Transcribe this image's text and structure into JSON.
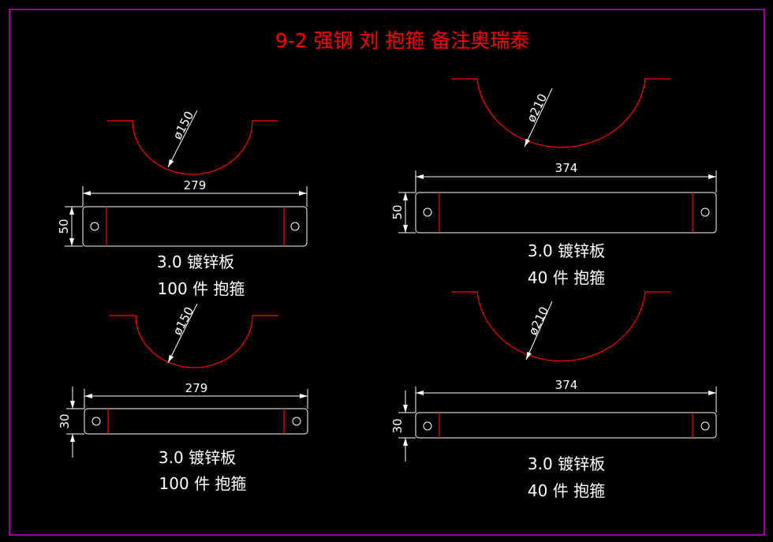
{
  "title": "9-2 强钢 刘 抱箍 备注奥瑞泰",
  "colors": {
    "background": "#000000",
    "border": "#ff00ff",
    "profile": "#ff0000",
    "lines": "#ffffff"
  },
  "parts": [
    {
      "diameter": "ø150",
      "length": "279",
      "width": "50",
      "material": "3.0 镀锌板",
      "quantity": "100 件 抱箍"
    },
    {
      "diameter": "ø210",
      "length": "374",
      "width": "50",
      "material": "3.0 镀锌板",
      "quantity": "40 件 抱箍"
    },
    {
      "diameter": "ø150",
      "length": "279",
      "width": "30",
      "material": "3.0 镀锌板",
      "quantity": "100 件 抱箍"
    },
    {
      "diameter": "ø210",
      "length": "374",
      "width": "30",
      "material": "3.0 镀锌板",
      "quantity": "40 件 抱箍"
    }
  ]
}
